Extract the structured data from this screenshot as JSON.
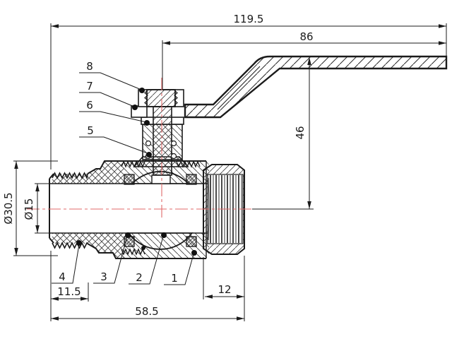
{
  "drawing": {
    "type": "ball-valve-cross-section",
    "dimensions": {
      "total_length": "119.5",
      "handle_span": "86",
      "handle_height": "46",
      "outer_diameter": "Ø30.5",
      "bore_diameter": "Ø15",
      "male_thread_length": "11.5",
      "nut_width": "12",
      "body_length": "58.5"
    },
    "callouts": {
      "c1": "1",
      "c2": "2",
      "c3": "3",
      "c4": "4",
      "c5": "5",
      "c6": "6",
      "c7": "7",
      "c8": "8"
    },
    "colors": {
      "line": "#1b1b1b",
      "centerline": "#e06a6a",
      "background": "#ffffff"
    }
  }
}
